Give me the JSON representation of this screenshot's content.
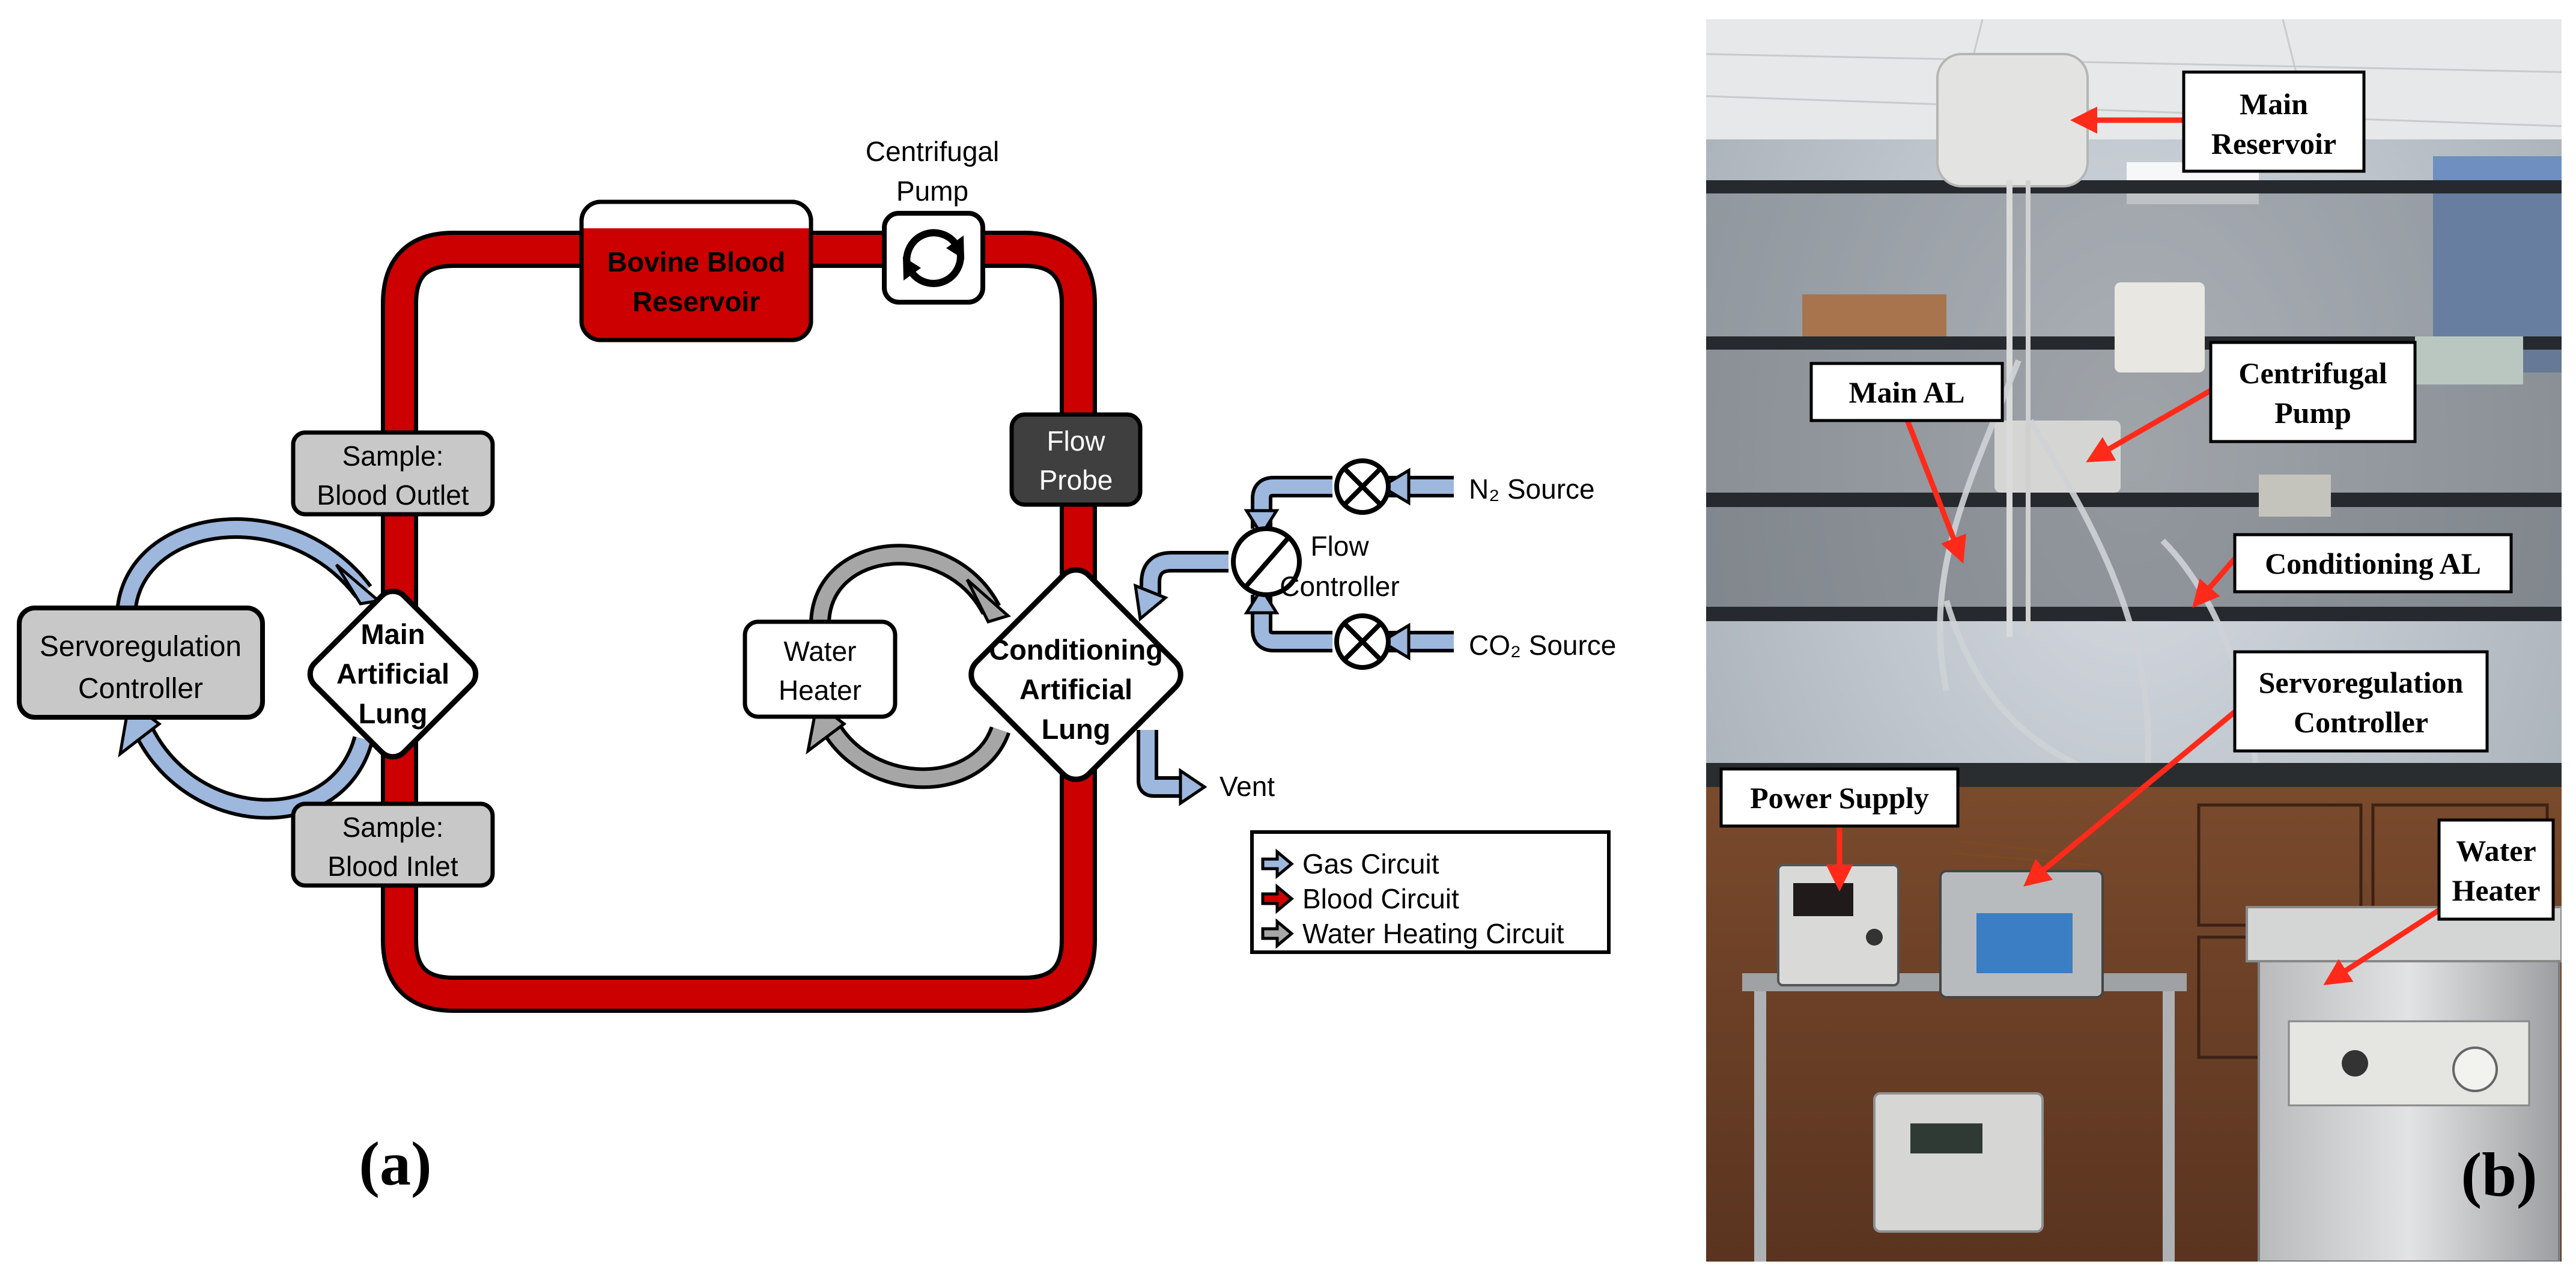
{
  "diagram": {
    "panel_label": "(a)",
    "nodes": {
      "bovine_blood_reservoir": [
        "Bovine Blood",
        "Reservoir"
      ],
      "centrifugal_pump": [
        "Centrifugal",
        "Pump"
      ],
      "sample_blood_outlet": [
        "Sample:",
        "Blood Outlet"
      ],
      "sample_blood_inlet": [
        "Sample:",
        "Blood Inlet"
      ],
      "servoregulation_controller": [
        "Servoregulation",
        "Controller"
      ],
      "main_artificial_lung": [
        "Main",
        "Artificial",
        "Lung"
      ],
      "flow_probe": [
        "Flow",
        "Probe"
      ],
      "water_heater": [
        "Water",
        "Heater"
      ],
      "conditioning_artificial_lung": [
        "Conditioning",
        "Artificial",
        "Lung"
      ],
      "n2_source": "N₂ Source",
      "co2_source": "CO₂ Source",
      "flow_controller": [
        "Flow",
        "Controller"
      ],
      "vent": "Vent"
    },
    "legend": [
      {
        "label": "Gas Circuit",
        "color": "#9db7dd"
      },
      {
        "label": "Blood Circuit",
        "color": "#cc0000"
      },
      {
        "label": "Water Heating Circuit",
        "color": "#a6a6a6"
      }
    ],
    "colors": {
      "blood": "#cc0000",
      "gas": "#9db7dd",
      "water": "#a6a6a6",
      "box_gray": "#c8c8c8",
      "box_dark": "#3f3f3f"
    }
  },
  "photo": {
    "panel_label": "(b)",
    "labels": {
      "main_reservoir": [
        "Main",
        "Reservoir"
      ],
      "centrifugal_pump": [
        "Centrifugal",
        "Pump"
      ],
      "main_al": "Main AL",
      "conditioning_al": "Conditioning AL",
      "servoregulation_controller": [
        "Servoregulation",
        "Controller"
      ],
      "power_supply": "Power Supply",
      "water_heater": [
        "Water",
        "Heater"
      ]
    }
  }
}
